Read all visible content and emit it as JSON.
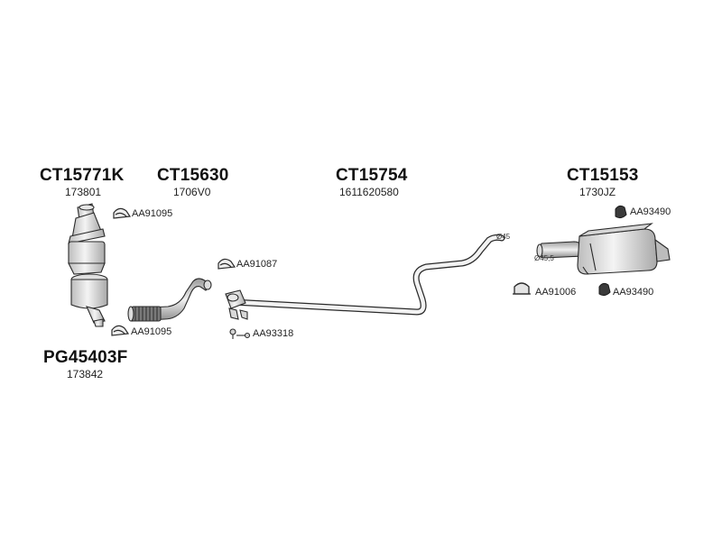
{
  "groups": {
    "cat1": {
      "code": "CT15771K",
      "ref": "173801"
    },
    "flex": {
      "code": "CT15630",
      "ref": "1706V0"
    },
    "mid": {
      "code": "CT15754",
      "ref": "1611620580"
    },
    "rear": {
      "code": "CT15153",
      "ref": "1730JZ"
    },
    "cat2": {
      "code": "PG45403F",
      "ref": "173842"
    }
  },
  "accessories": {
    "clamp_top": "AA91095",
    "clamp_bottom": "AA91095",
    "clamp_flex": "AA91087",
    "bolt_kit": "AA93318",
    "clamp_rear": "AA91006",
    "rubber_top": "AA93490",
    "rubber_bottom": "AA93490"
  },
  "dimensions": {
    "mid_diameter": "Ø45",
    "rear_diameter": "Ø45,5"
  },
  "colors": {
    "line": "#2a2a2a",
    "fill_light": "#e6e6e6",
    "fill_mid": "#cfcfcf",
    "fill_dark": "#3a3a3a"
  }
}
